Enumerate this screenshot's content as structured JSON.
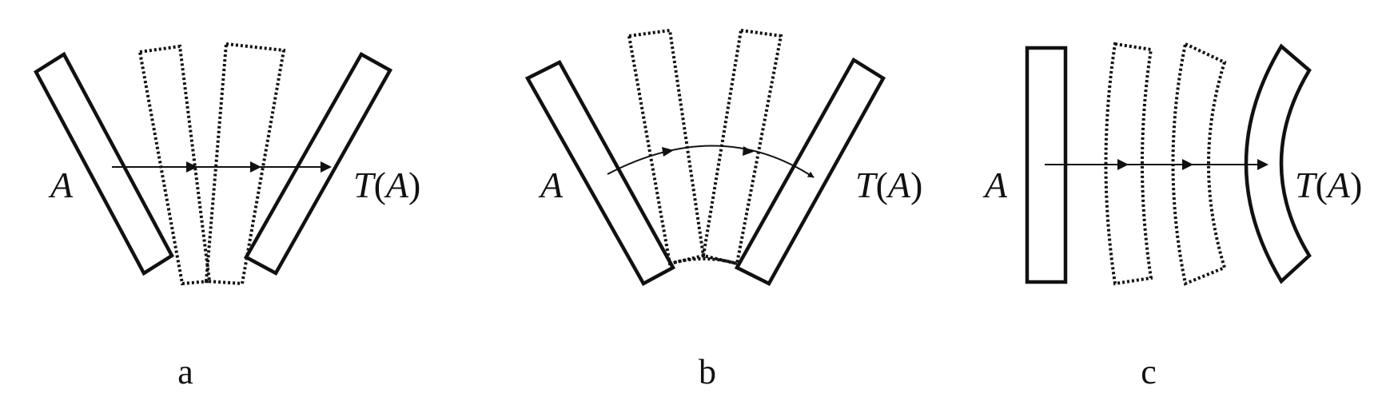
{
  "panels": [
    {
      "caption": "a",
      "source_label": "A",
      "target_prefix": "T",
      "target_open": "(",
      "target_var": "A",
      "target_close": ")"
    },
    {
      "caption": "b",
      "source_label": "A",
      "target_prefix": "T",
      "target_open": "(",
      "target_var": "A",
      "target_close": ")"
    },
    {
      "caption": "c",
      "source_label": "A",
      "target_prefix": "T",
      "target_open": "(",
      "target_var": "A",
      "target_close": ")"
    }
  ],
  "colors": {
    "ink": "#111111",
    "background": "#ffffff"
  }
}
